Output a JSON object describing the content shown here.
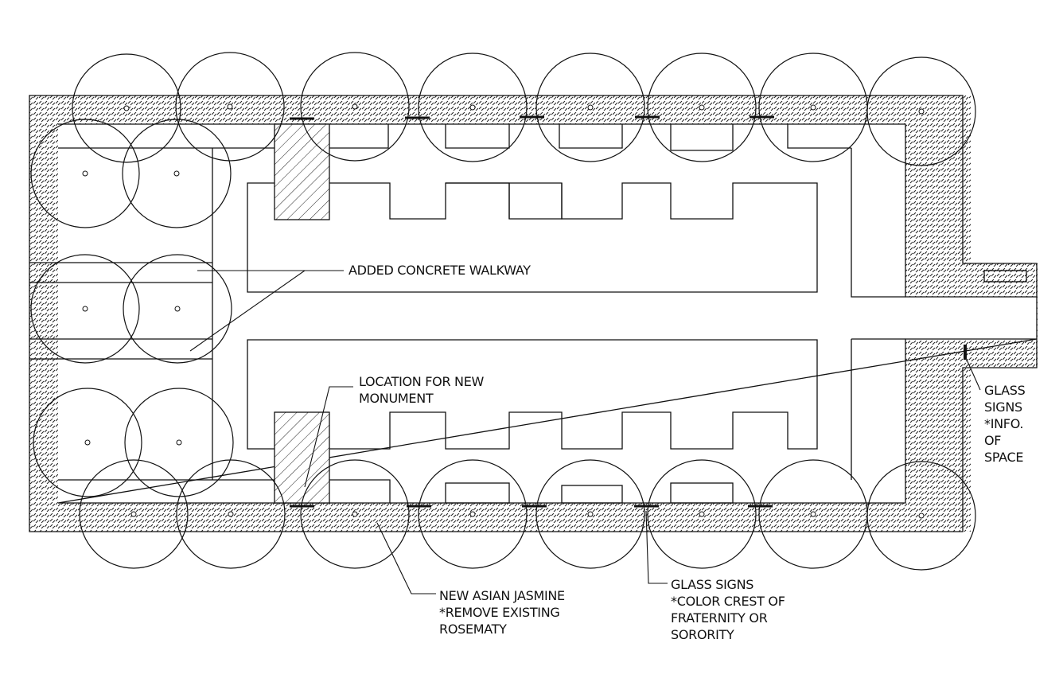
{
  "labels": {
    "walkway": "ADDED CONCRETE WALKWAY",
    "monument_1": "LOCATION FOR NEW",
    "monument_2": "MONUMENT",
    "sign_right_1": "GLASS",
    "sign_right_2": "SIGNS",
    "sign_right_3": "*INFO.",
    "sign_right_4": "OF",
    "sign_right_5": "SPACE",
    "jasmine_1": "NEW ASIAN JASMINE",
    "jasmine_2": "*REMOVE EXISTING",
    "jasmine_3": "ROSEMATY",
    "sign_bottom_1": "GLASS SIGNS",
    "sign_bottom_2": "*COLOR CREST OF",
    "sign_bottom_3": "FRATERNITY OR",
    "sign_bottom_4": "SORORITY"
  }
}
